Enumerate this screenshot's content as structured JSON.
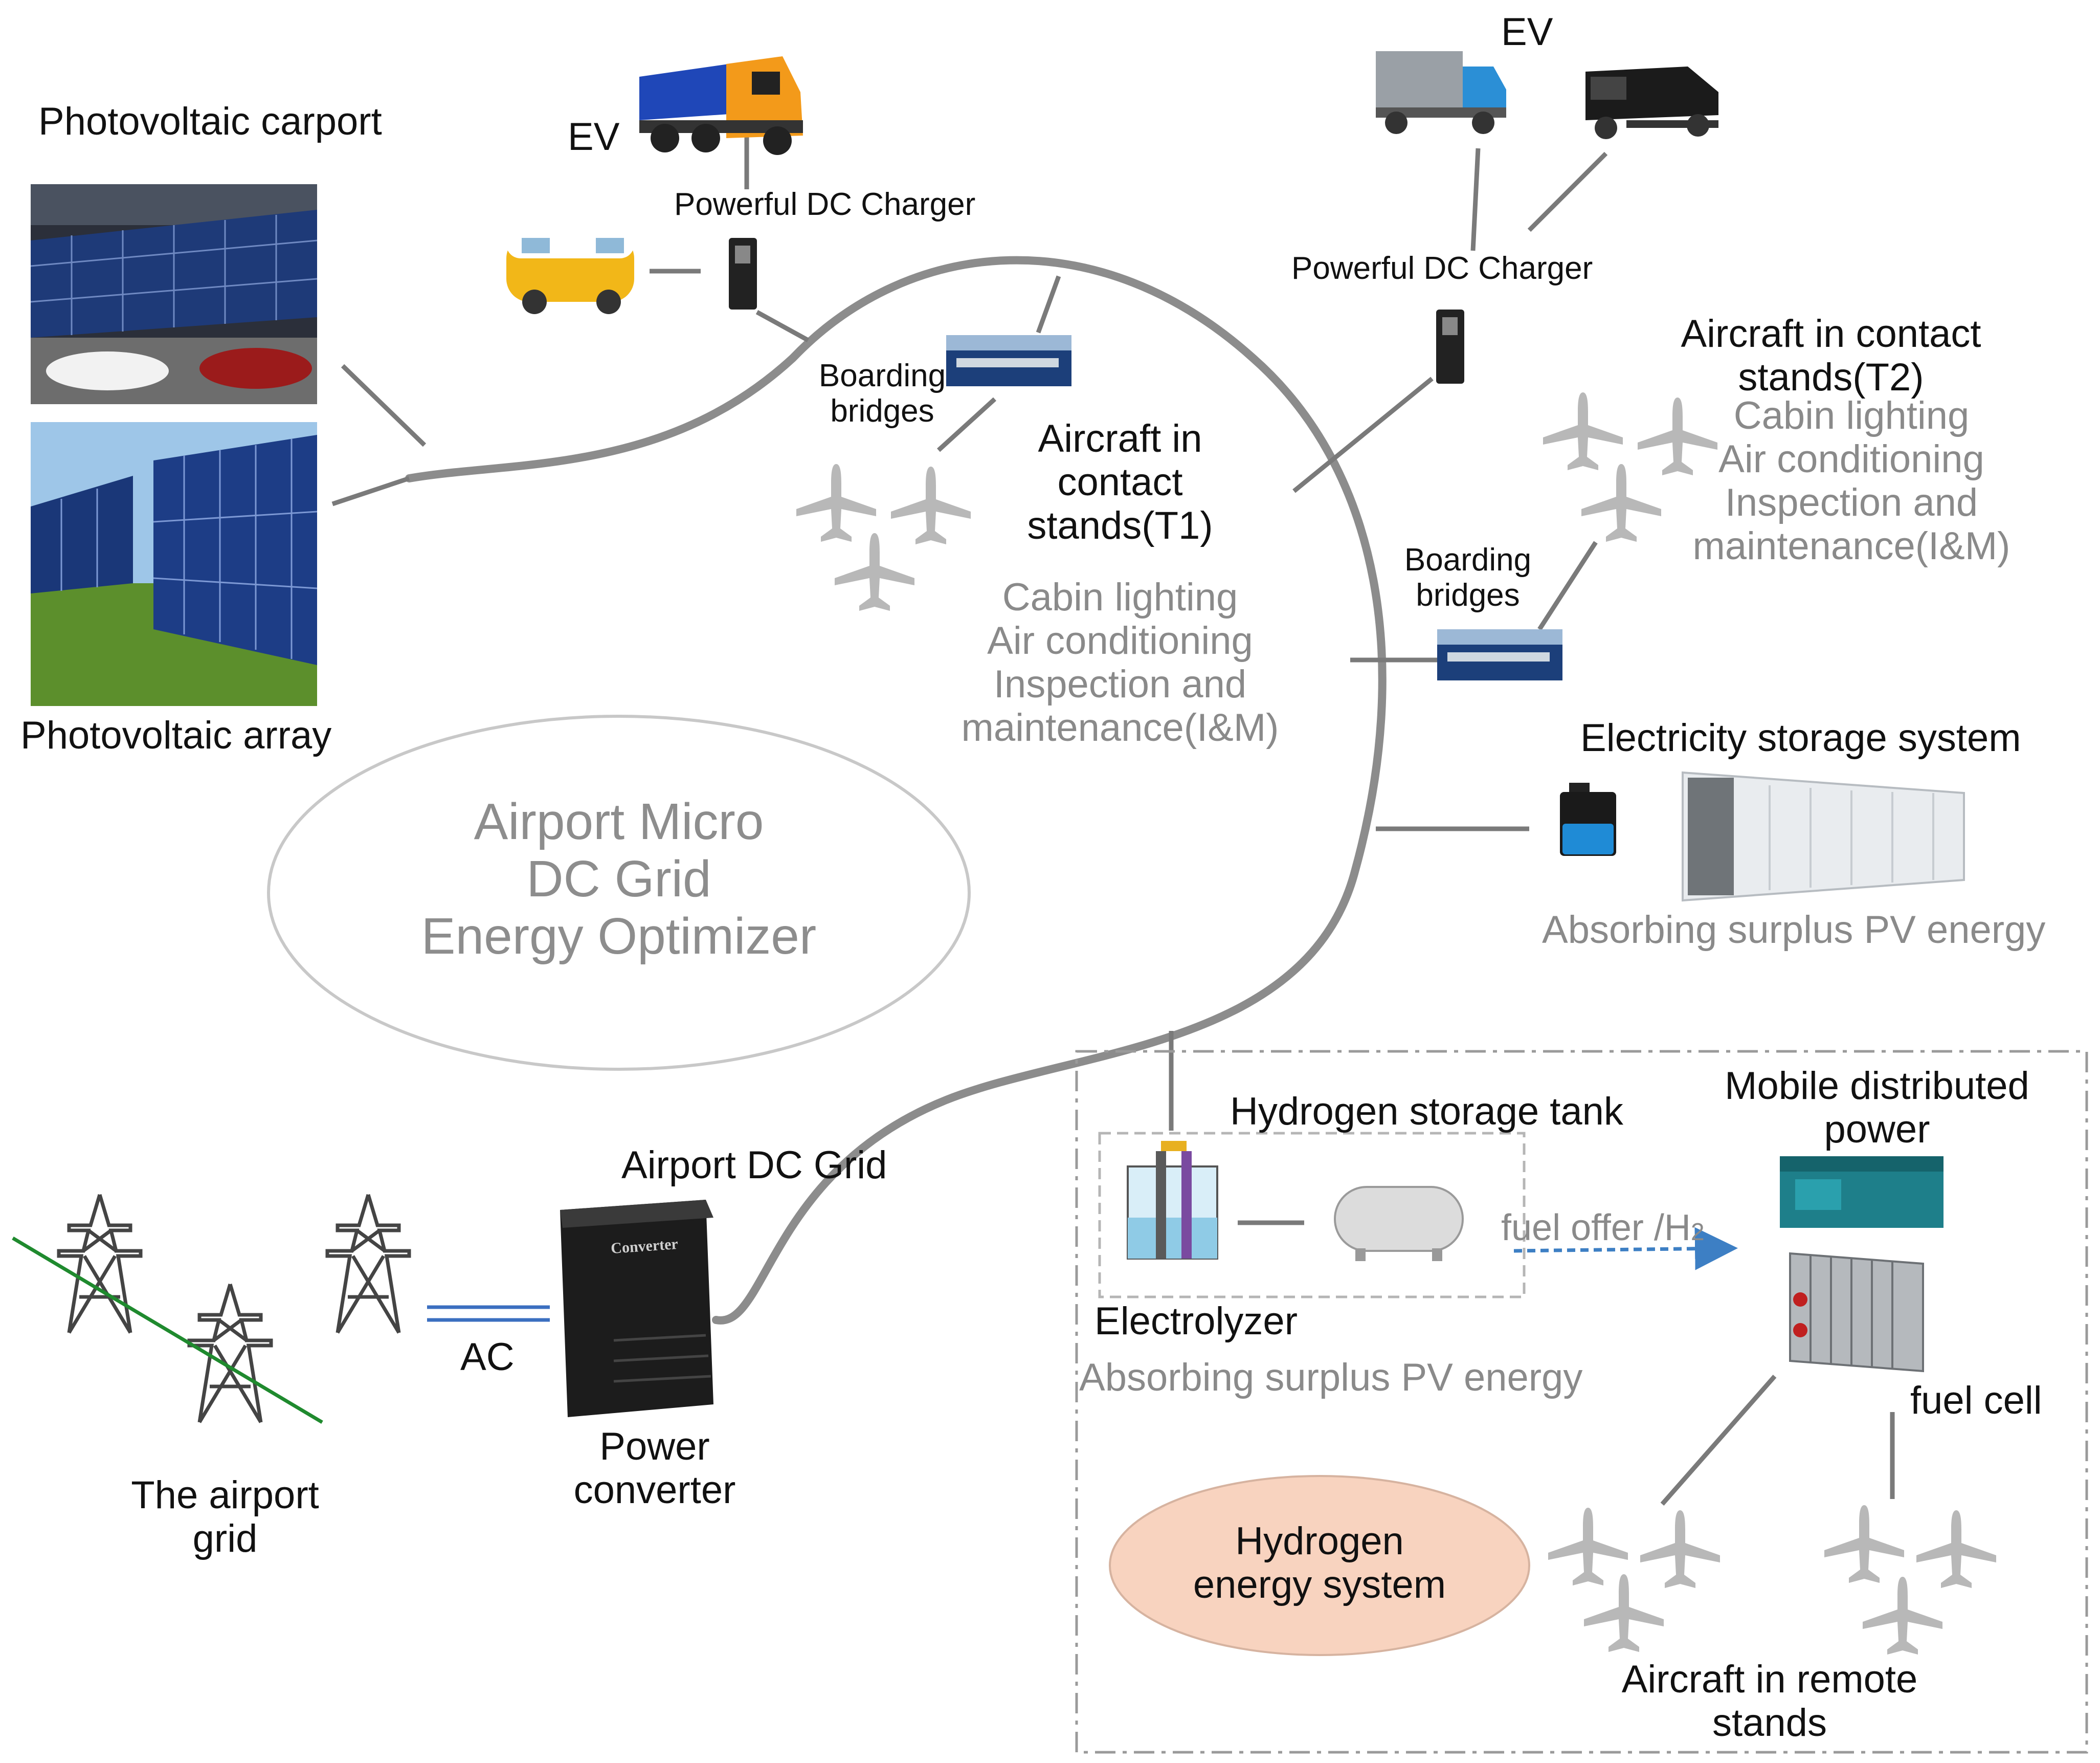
{
  "labels": {
    "pv_carport": "Photovoltaic carport",
    "pv_array": "Photovoltaic array",
    "ev_left": "EV",
    "ev_right": "EV",
    "dc_charger_left": "Powerful DC Charger",
    "dc_charger_right": "Powerful DC Charger",
    "boarding_bridges_t1": "Boarding\nbridges",
    "boarding_bridges_t2": "Boarding\nbridges",
    "aircraft_t1": "Aircraft in\ncontact\nstands(T1)",
    "aircraft_t2": "Aircraft in contact\nstands(T2)",
    "t1_loads": "Cabin lighting\nAir conditioning\nInspection and\nmaintenance(I&M)",
    "t2_loads": "Cabin lighting\nAir conditioning\nInspection and\nmaintenance(I&M)",
    "optimizer": "Airport Micro\nDC Grid\nEnergy Optimizer",
    "electricity_storage": "Electricity storage system",
    "absorb_pv_storage": "Absorbing surplus PV energy",
    "hydrogen_tank": "Hydrogen storage tank",
    "mobile_power": "Mobile distributed\npower",
    "fuel_offer": "fuel offer /H",
    "fuel_offer_sub": "2",
    "electrolyzer": "Electrolyzer",
    "absorb_pv_h2": "Absorbing surplus PV energy",
    "fuel_cell": "fuel cell",
    "airport_dc_grid": "Airport DC Grid",
    "ac": "AC",
    "power_converter": "Power\nconverter",
    "converter_text": "Converter",
    "airport_grid": "The airport\ngrid",
    "hydrogen_system": "Hydrogen\nenergy system",
    "remote_stands": "Aircraft in remote\nstands"
  },
  "colors": {
    "bus_line": "#8c8c8c",
    "connector": "#7a7a7a",
    "optimizer_text": "#8d8d8d",
    "load_text": "#8a8a8a",
    "hydrogen_fill": "#f8d3bf",
    "arrow": "#3d7fc4",
    "grid_line": "#1f8a2e",
    "ac_lines": "#3b6fc0",
    "aircraft": "#b8b8b8"
  },
  "icons": [
    "solar-carport-image",
    "solar-array-image",
    "dump-truck-icon",
    "van-icon",
    "box-truck-icon",
    "semi-truck-icon",
    "dc-charger-icon",
    "boarding-bridge-icon",
    "aircraft-icon",
    "battery-icon",
    "storage-cabinet-icon",
    "electrolyzer-icon",
    "hydrogen-tank-icon",
    "generator-icon",
    "fuel-cell-icon",
    "pylon-icon",
    "converter-icon"
  ]
}
